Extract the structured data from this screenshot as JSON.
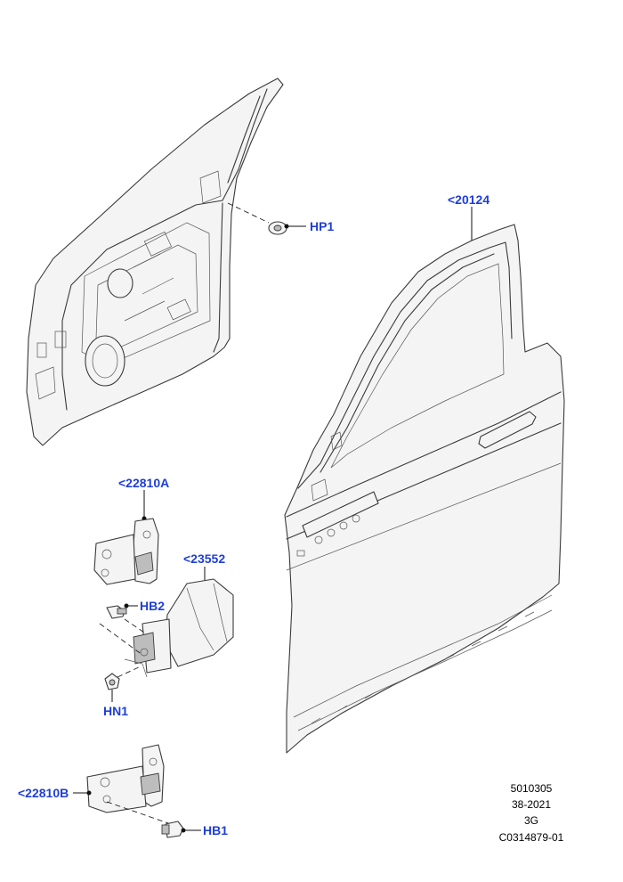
{
  "callouts": {
    "hp1": "HP1",
    "p20124": "<20124",
    "p22810a": "<22810A",
    "p23552": "<23552",
    "hb2": "HB2",
    "hn1": "HN1",
    "p22810b": "<22810B",
    "hb1": "HB1"
  },
  "reference": {
    "line1": "5010305",
    "line2": "38-2021",
    "line3": "3G",
    "line4": "C0314879-01"
  },
  "colors": {
    "callout": "#1f3fd6",
    "linework": "#3a3a3a"
  }
}
